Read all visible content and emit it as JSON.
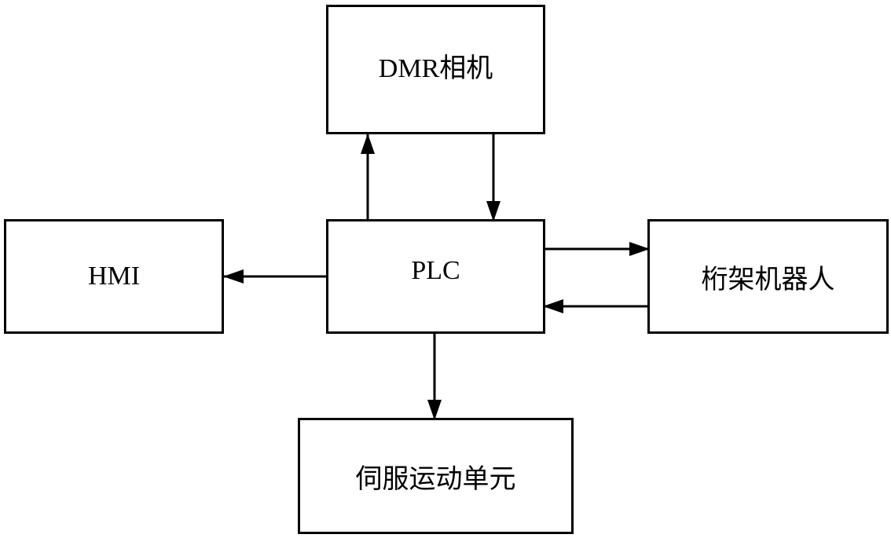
{
  "nodes": {
    "dmr": "DMR相机",
    "hmi": "HMI",
    "plc": "PLC",
    "robot": "桁架机器人",
    "servo": "伺服运动单元"
  },
  "edges": [
    {
      "from": "plc",
      "to": "dmr"
    },
    {
      "from": "dmr",
      "to": "plc"
    },
    {
      "from": "plc",
      "to": "hmi"
    },
    {
      "from": "plc",
      "to": "robot"
    },
    {
      "from": "robot",
      "to": "plc"
    },
    {
      "from": "plc",
      "to": "servo"
    }
  ],
  "colors": {
    "stroke": "#000000",
    "fill": "#ffffff"
  }
}
